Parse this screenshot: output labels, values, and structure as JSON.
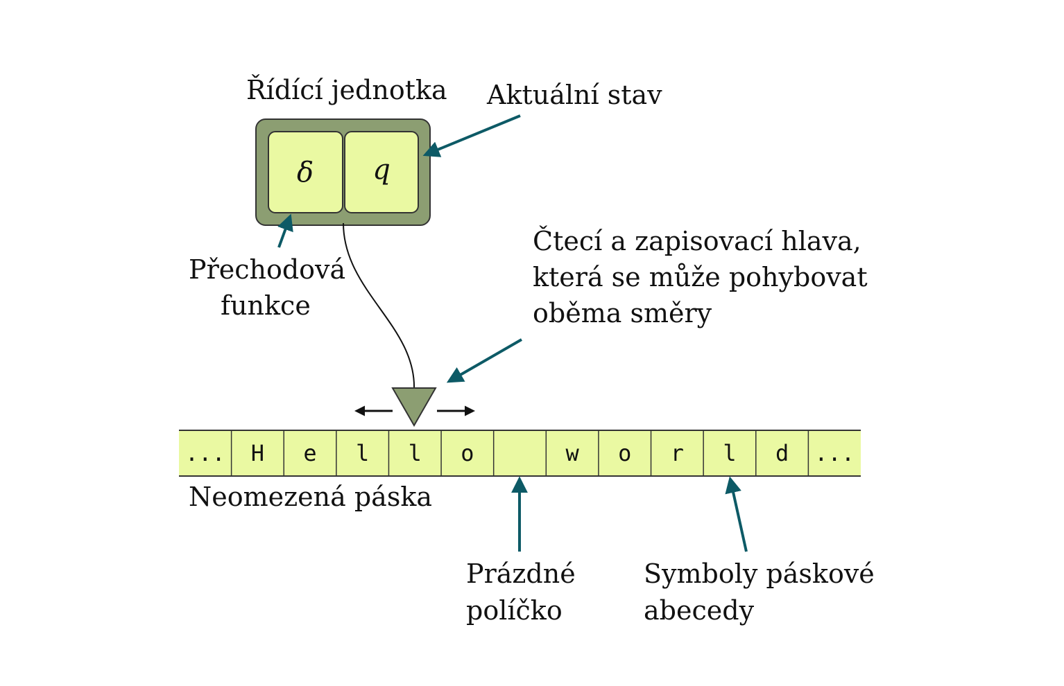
{
  "colors": {
    "cell_fill": "#eaf9a2",
    "unit_fill": "#8c9e72",
    "outline": "#333333",
    "arrow": "#0d5a66",
    "head_fill": "#8c9e72"
  },
  "control_unit": {
    "title": "Řídící jednotka",
    "delta_symbol": "δ",
    "state_symbol": "q"
  },
  "labels": {
    "current_state": "Aktuální stav",
    "transition_function": [
      "Přechodová",
      "funkce"
    ],
    "head": [
      "Čtecí a zapisovací hlava,",
      "která se může pohybovat",
      "oběma směry"
    ],
    "tape": "Neomezená páska",
    "blank_cell": [
      "Prázdné",
      "políčko"
    ],
    "tape_alphabet": [
      "Symboly páskové",
      "abecedy"
    ]
  },
  "tape": {
    "cells": [
      "...",
      "H",
      "e",
      "l",
      "l",
      "o",
      "",
      "w",
      "o",
      "r",
      "l",
      "d",
      "..."
    ]
  }
}
